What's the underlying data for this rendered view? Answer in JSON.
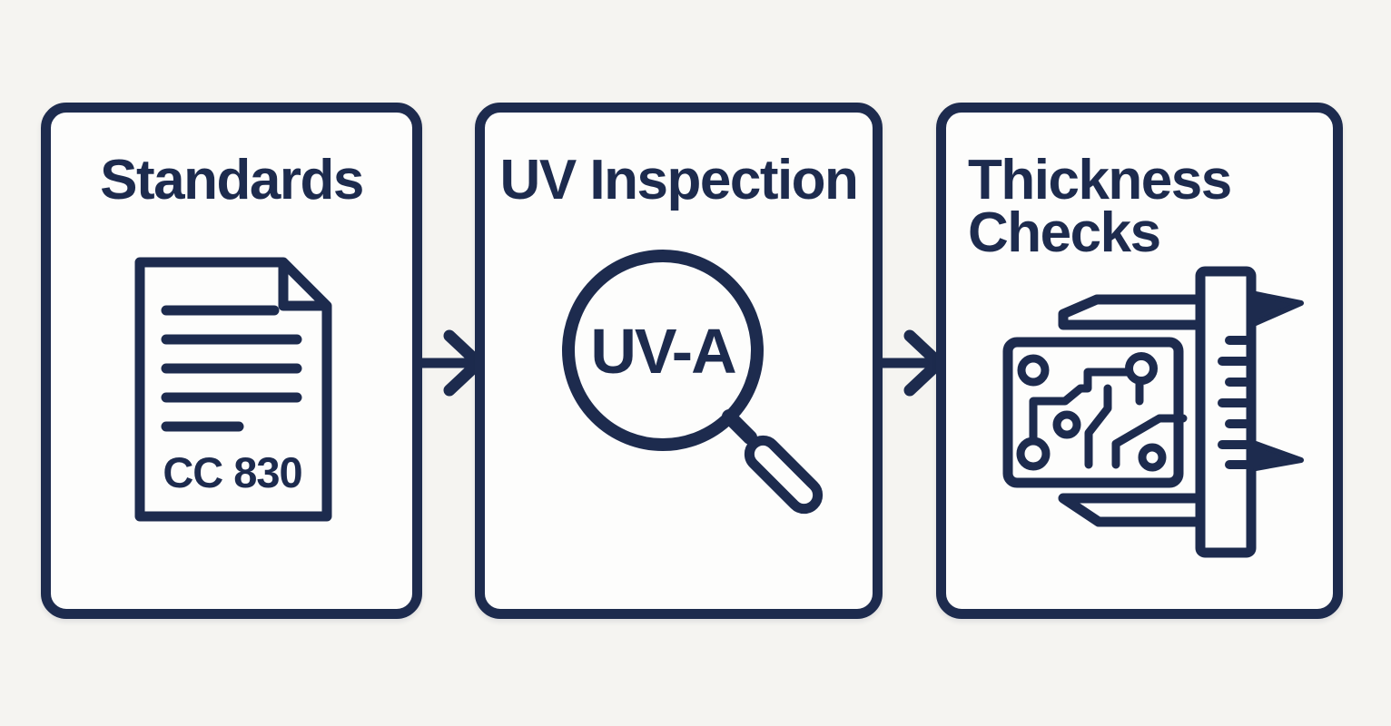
{
  "diagram": {
    "type": "process-flow",
    "background_color": "#f5f4f1",
    "card_color": "#fdfdfc",
    "ink_color": "#1d2b4e",
    "steps": [
      {
        "title": "Standards",
        "icon": "document-icon",
        "icon_label": "CC 830"
      },
      {
        "title": "UV Inspection",
        "icon": "magnifier-icon",
        "icon_label": "UV-A"
      },
      {
        "title": "Thickness Checks",
        "icon": "caliper-icon",
        "icon_label": ""
      }
    ],
    "connectors": [
      {
        "name": "arrow-1",
        "direction": "right"
      },
      {
        "name": "arrow-2",
        "direction": "right"
      }
    ]
  }
}
